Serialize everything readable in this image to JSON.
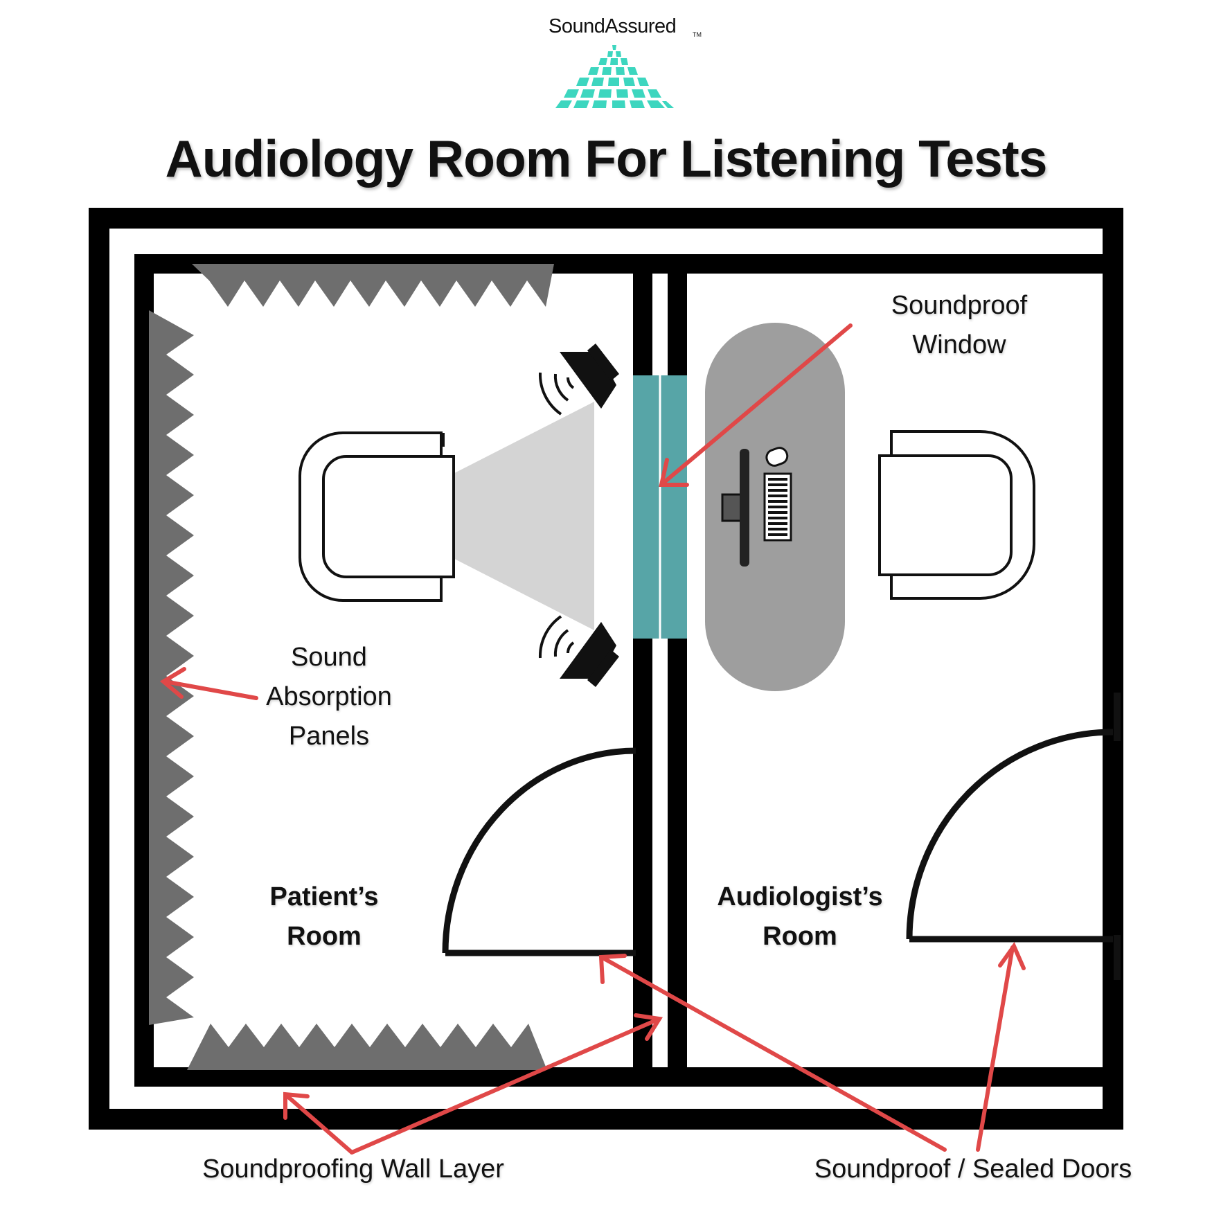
{
  "brand": {
    "name": "SoundAssured",
    "tm": "TM",
    "colors": {
      "logo": "#3dd6bf"
    }
  },
  "title": "Audiology Room For Listening Tests",
  "labels": {
    "window": [
      "Soundproof",
      "Window"
    ],
    "panels": [
      "Sound",
      "Absorption",
      "Panels"
    ],
    "patient_room": [
      "Patient’s",
      "Room"
    ],
    "audiologist_room": [
      "Audiologist’s",
      "Room"
    ],
    "wall_layer": "Soundproofing Wall Layer",
    "doors": "Soundproof / Sealed Doors"
  },
  "colors": {
    "wall": "#000000",
    "panel": "#6e6e6e",
    "window": "#57a5a7",
    "desk": "#9e9e9e",
    "arrow": "#e04848",
    "sound_cone": "#d4d4d4"
  },
  "icons": {
    "chairs": "chair-icon",
    "speakers": "speaker-icon",
    "computer": "computer-icon"
  }
}
